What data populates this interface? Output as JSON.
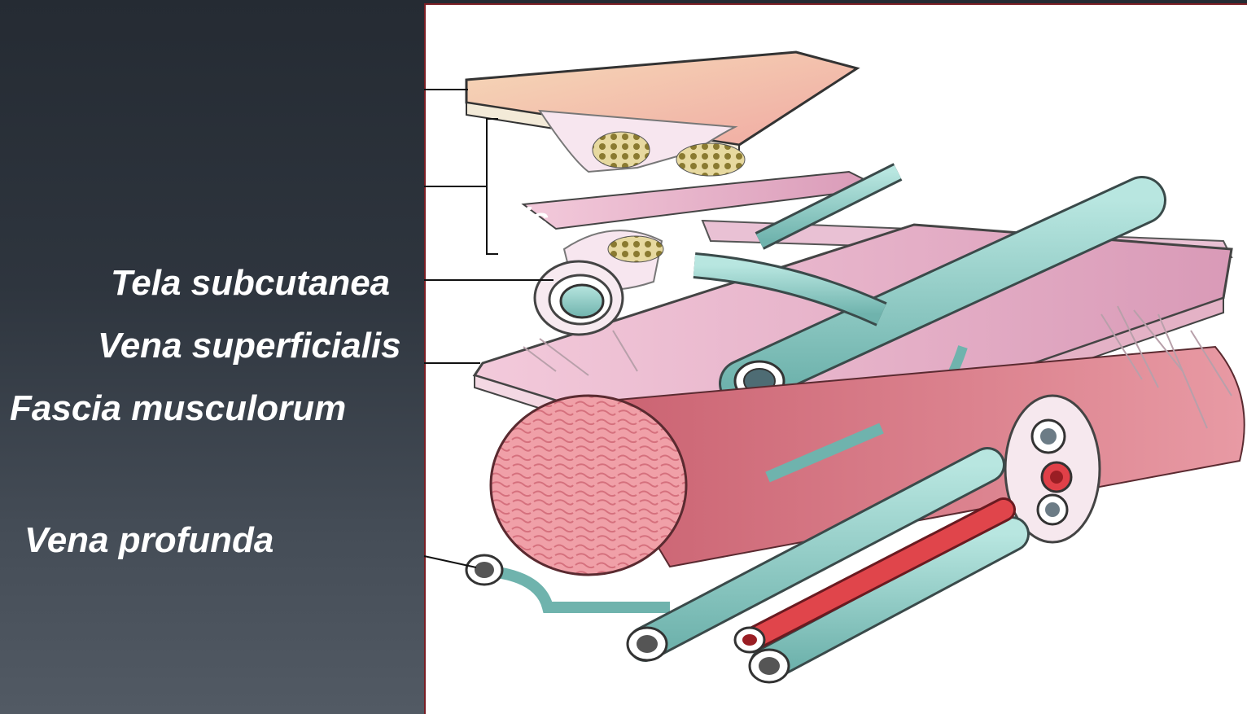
{
  "labels": {
    "tela_subcutanea": "Tela subcutanea",
    "vena_superficialis": "Vena superficialis",
    "fascia_musculorum": "Fascia musculorum",
    "vena_profunda": "Vena profunda",
    "cutis_fragment": "tis"
  },
  "colors": {
    "background_top": "#252b33",
    "background_bottom": "#525a64",
    "label_text": "#ffffff",
    "frame_border": "#7a1e24",
    "skin": "#f2c9a8",
    "fascia": "#e7b7cc",
    "vein": "#8fcfc9",
    "artery": "#e0454b",
    "muscle": "#e07f88"
  }
}
